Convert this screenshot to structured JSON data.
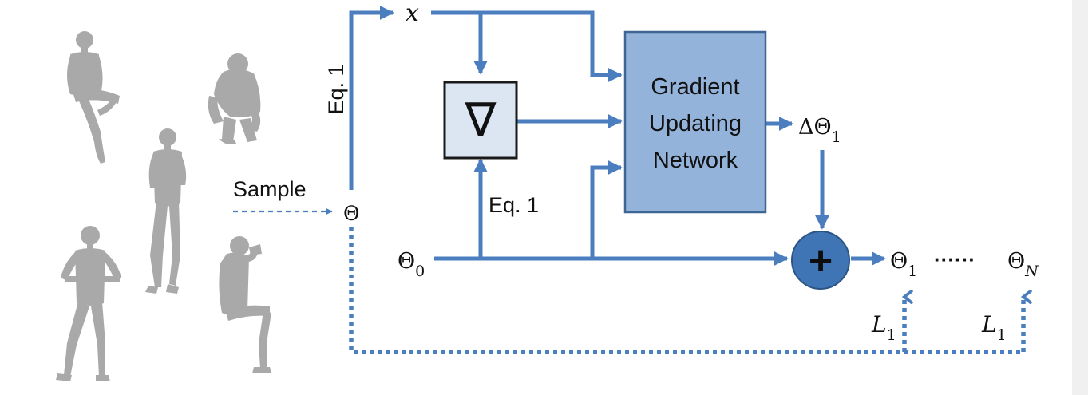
{
  "diagram": {
    "node_labels": {
      "x": "x",
      "theta": "Θ",
      "theta0": "Θ",
      "theta0_sub": "0",
      "delta_theta1": "ΔΘ",
      "delta_theta1_sub": "1",
      "theta1": "Θ",
      "theta1_sub": "1",
      "dots": "······",
      "thetaN": "Θ",
      "thetaN_sub": "N",
      "gradient_symbol": "∇",
      "plus_symbol": "+"
    },
    "network_label": [
      "Gradient",
      "Updating",
      "Network"
    ],
    "edge_labels": {
      "sample": "Sample",
      "eq1_vertical": "Eq. 1",
      "eq1_horizontal": "Eq. 1",
      "loss_1": "L",
      "loss_1_sub": "1",
      "loss_2": "L",
      "loss_2_sub": "1"
    },
    "poses": [
      "sitting-cross-legged",
      "crouching-back",
      "standing-hand-on-chest",
      "standing-arms-bent",
      "sitting-hands-to-face"
    ],
    "colors": {
      "arrow": "#4a7ebf",
      "network_fill": "#94b3da",
      "network_stroke": "#3e6694",
      "gradient_box_fill": "#dce6f2",
      "plus_fill": "#3f74b5",
      "figure": "#a9a9a9"
    }
  }
}
